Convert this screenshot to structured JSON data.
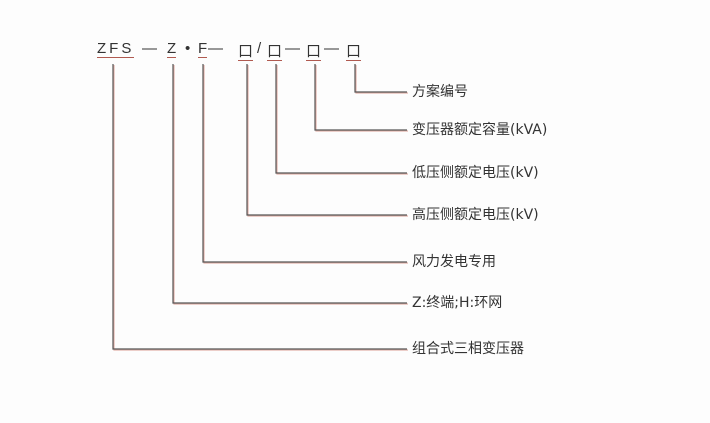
{
  "code": {
    "prefix": "ZFS",
    "dash1": "—",
    "type": "Z",
    "dot": "•",
    "wind": "F",
    "dash2": "—",
    "box1": "口",
    "slash": "/",
    "box2": "口",
    "dash3": "—",
    "box3": "口",
    "dash4": "—",
    "box4": "口"
  },
  "labels": [
    "方案编号",
    "变压器额定容量(kVA)",
    "低压侧额定电压(kV)",
    "高压侧额定电压(kV)",
    "风力发电专用",
    "Z:终端;H:环网",
    "组合式三相变压器"
  ],
  "colors": {
    "line": "#555555",
    "shadow": "#d9a39b"
  }
}
